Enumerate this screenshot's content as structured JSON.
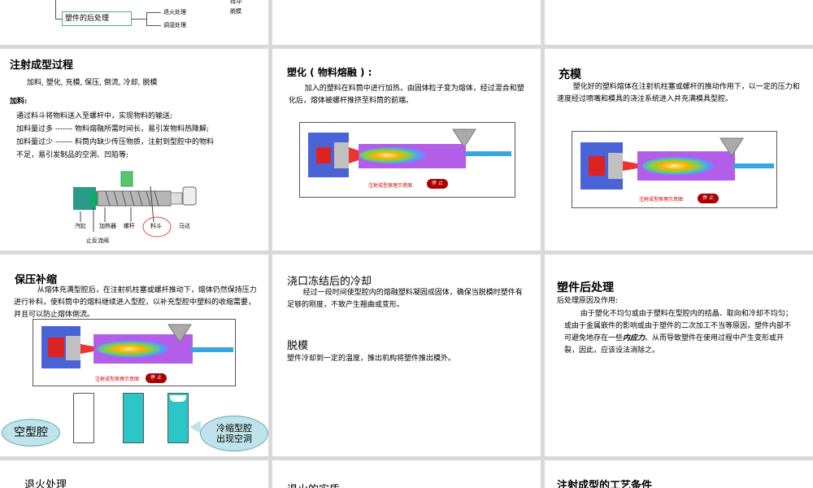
{
  "top_left": {
    "node_main": "塑件的后处理",
    "branch_1": "退火处理",
    "branch_2": "调湿处理",
    "right_1": "待冲",
    "right_2": "脱模"
  },
  "slide_injection": {
    "title": "注射成型过程",
    "steps": "加料, 塑化, 充模, 保压, 倒流, 冷却, 脱模",
    "sub": "加料:",
    "lines": [
      "通过料斗将物料送入至螺杆中，实现物料的输送;",
      "加料量过多 ------- 物料熔融所需时间长，易引发物料热降解;",
      "加料量过少 ------- 料筒内缺少传压物质，注射到型腔中的物料",
      "不足，易引发制品的空洞、凹陷等;"
    ],
    "labels": {
      "cylinder": "汽缸",
      "heater": "加热器",
      "screw": "螺杆",
      "hopper": "料斗",
      "motor": "马达",
      "check_valve": "止反流阀"
    }
  },
  "slide_plasticize": {
    "title": "塑化 ( 物料熔融 ) :",
    "body": "加入的塑料在料筒中进行加热，由固体粒子变为熔体，经过混合和塑化后，熔体被螺杆推挤至料筒的前端。",
    "caption": "注射成型原理示意图",
    "stop": "停 止"
  },
  "slide_fill": {
    "title": "充模",
    "body": "塑化好的塑料熔体在注射机柱塞或螺杆的推动作用下，以一定的压力和速度经过喷嘴和模具的浇注系统进入并充满模具型腔。",
    "caption": "注射成型原理示意图",
    "stop": "停 止"
  },
  "slide_hold": {
    "title": "保压补缩",
    "body": "从熔体充满型腔后，在注射机柱塞或螺杆推动下，熔体仍然保持压力进行补料，使料筒中的熔料继续进入型腔，以补充型腔中塑料的收缩需要，并且可以防止熔体倒流。",
    "caption": "注射成型原理示意图",
    "stop": "停 止",
    "bubble_left": "空型腔",
    "bubble_right": "冷缩型腔出现空洞"
  },
  "slide_cool": {
    "title": "浇口冻结后的冷却",
    "body": "经过一段时间使型腔内的熔融塑料凝固成固体，确保当脱模时塑件有足够的刚度，不致产生翘曲或变形。",
    "title2": "脱模",
    "body2": "塑件冷却到一定的温度，推出机构将塑件推出模外。"
  },
  "slide_post": {
    "title": "塑件后处理",
    "sub": "后处理原因及作用:",
    "body_a": "由于塑化不均匀或由于塑料在型腔内的结晶、取向和冷却不均匀；或由于金属嵌件的影响或由于塑件的二次加工不当等原因，塑件内部不可避免地存在一些",
    "body_em": "内应力",
    "body_b": "。从而导致塑件在使用过程中产生变形或开裂，因此，应该设法消除之。"
  },
  "bottom": {
    "t1": "退火处理",
    "t2": "退火的实质",
    "t3": "注射成型的工艺条件"
  },
  "colors": {
    "purple": "#b35ee8",
    "blue": "#4a63d6",
    "red": "#d22",
    "cyan": "#2cc6c6",
    "stop_red": "#a00000"
  }
}
